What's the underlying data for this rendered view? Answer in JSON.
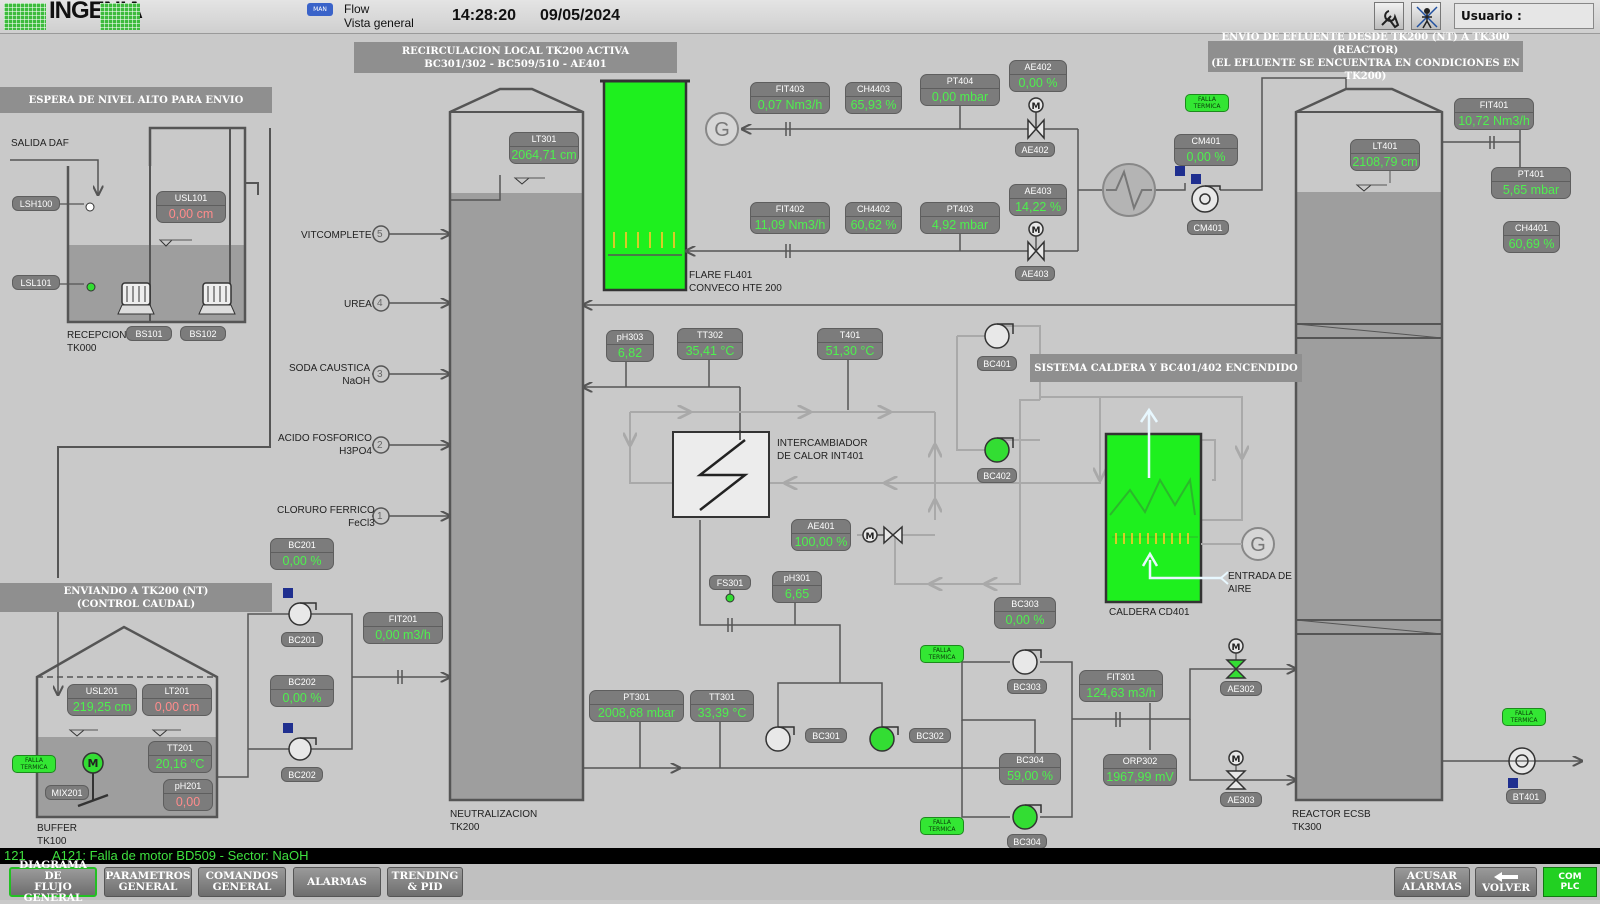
{
  "header": {
    "logo": "INGENIA",
    "mode_badge": "MAN",
    "screen_title": "Flow",
    "screen_subtitle": "Vista general",
    "time": "14:28:20",
    "date": "09/05/2024",
    "user_label": "Usuario :"
  },
  "banners": {
    "recirc": "RECIRCULACION LOCAL TK200 ACTIVA\nBC301/302 - BC509/510 - AE401",
    "envio": "ENVIO DE EFLUENTE DESDE TK200 (NT) A TK300 (REACTOR)\n(EL EFLUENTE SE ENCUENTRA EN CONDICIONES EN TK200)",
    "espera": "ESPERA DE NIVEL ALTO PARA ENVIO",
    "enviando": "ENVIANDO A TK200 (NT)\n(CONTROL CAUDAL)",
    "caldera": "SISTEMA CALDERA Y BC401/402 ENCENDIDO"
  },
  "tags": {
    "fit403": {
      "name": "FIT403",
      "value": "0,07 Nm3/h"
    },
    "ch4403": {
      "name": "CH4403",
      "value": "65,93 %"
    },
    "pt404": {
      "name": "PT404",
      "value": "0,00 mbar"
    },
    "ae402": {
      "name": "AE402",
      "value": "0,00 %"
    },
    "fit402": {
      "name": "FIT402",
      "value": "11,09 Nm3/h"
    },
    "ch4402": {
      "name": "CH4402",
      "value": "60,62 %"
    },
    "pt403": {
      "name": "PT403",
      "value": "4,92 mbar"
    },
    "ae403": {
      "name": "AE403",
      "value": "14,22 %"
    },
    "cm401": {
      "name": "CM401",
      "value": "0,00 %"
    },
    "lt301": {
      "name": "LT301",
      "value": "2064,71 cm"
    },
    "lt401": {
      "name": "LT401",
      "value": "2108,79 cm"
    },
    "fit401": {
      "name": "FIT401",
      "value": "10,72 Nm3/h"
    },
    "pt401": {
      "name": "PT401",
      "value": "5,65 mbar"
    },
    "ch4401": {
      "name": "CH4401",
      "value": "60,69 %"
    },
    "usl101": {
      "name": "USL101",
      "value": "0,00 cm"
    },
    "ph303": {
      "name": "pH303",
      "value": "6,82"
    },
    "tt302": {
      "name": "TT302",
      "value": "35,41 °C"
    },
    "t401": {
      "name": "T401",
      "value": "51,30 °C"
    },
    "ae401": {
      "name": "AE401",
      "value": "100,00 %"
    },
    "ph301": {
      "name": "pH301",
      "value": "6,65"
    },
    "bc201": {
      "name": "BC201",
      "value": "0,00 %"
    },
    "bc202": {
      "name": "BC202",
      "value": "0,00 %"
    },
    "fit201": {
      "name": "FIT201",
      "value": "0,00 m3/h"
    },
    "usl201": {
      "name": "USL201",
      "value": "219,25 cm"
    },
    "lt201": {
      "name": "LT201",
      "value": "0,00 cm"
    },
    "tt201": {
      "name": "TT201",
      "value": "20,16 °C"
    },
    "ph201": {
      "name": "pH201",
      "value": "0,00"
    },
    "pt301": {
      "name": "PT301",
      "value": "2008,68 mbar"
    },
    "tt301": {
      "name": "TT301",
      "value": "33,39 °C"
    },
    "bc303": {
      "name": "BC303",
      "value": "0,00 %"
    },
    "fit301": {
      "name": "FIT301",
      "value": "124,63 m3/h"
    },
    "bc304": {
      "name": "BC304",
      "value": "59,00 %"
    },
    "orp302": {
      "name": "ORP302",
      "value": "1967,99 mV"
    }
  },
  "labels": {
    "ae402": "AE402",
    "ae403": "AE403",
    "cm401": "CM401",
    "lsh100": "LSH100",
    "lsl101": "LSL101",
    "bs101": "BS101",
    "bs102": "BS102",
    "bc401": "BC401",
    "bc402": "BC402",
    "fs301": "FS301",
    "bc201": "BC201",
    "bc202": "BC202",
    "mix201": "MIX201",
    "bc301": "BC301",
    "bc302": "BC302",
    "bc303": "BC303",
    "bc304": "BC304",
    "ae302": "AE302",
    "ae303": "AE303",
    "bt401": "BT401"
  },
  "texts": {
    "salida_daf": "SALIDA DAF",
    "recepcion": "RECEPCION\nTK000",
    "vitcomplete": "VITCOMPLETE",
    "urea": "UREA",
    "soda": "SODA CAUSTICA\nNaOH",
    "acido": "ACIDO FOSFORICO\nH3PO4",
    "cloruro": "CLORURO FERRICO\nFeCl3",
    "flare": "FLARE FL401\nCONVECO HTE 200",
    "intercambiador": "INTERCAMBIADOR\nDE CALOR INT401",
    "entrada_aire": "ENTRADA DE\nAIRE",
    "caldera": "CALDERA CD401",
    "neutralizacion": "NEUTRALIZACION\nTK200",
    "buffer": "BUFFER\nTK100",
    "reactor": "REACTOR ECSB\nTK300",
    "falla": "FALLA\nTERMICA",
    "dosing": [
      "5",
      "4",
      "3",
      "2",
      "1"
    ]
  },
  "alarm": {
    "code": "121",
    "message": "A121: Falla de motor BD509 - Sector: NaOH"
  },
  "nav": {
    "diagrama": "DIAGRAMA DE\nFLUJO GENERAL",
    "parametros": "PARAMETROS\nGENERAL",
    "comandos": "COMANDOS\nGENERAL",
    "alarmas": "ALARMAS",
    "trending": "TRENDING\n& PID",
    "acusar": "ACUSAR\nALARMAS",
    "volver": "VOLVER",
    "com_plc": "COM\nPLC"
  },
  "colors": {
    "panel_bg": "#c9c9c9",
    "active_green": "#22ee22",
    "value_green": "#4ef04e",
    "value_red": "#ff8c8c",
    "tag_gray": "#7c7c7c"
  }
}
